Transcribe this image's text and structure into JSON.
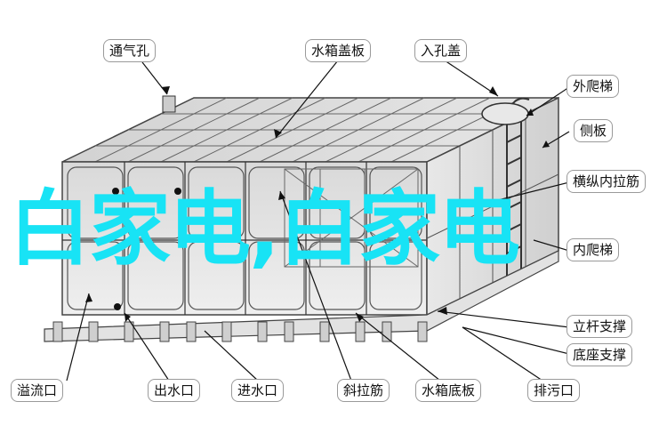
{
  "callouts": {
    "vent": "通气孔",
    "lid": "水箱盖板",
    "manhole": "入孔盖",
    "outer_ladder": "外爬梯",
    "side_panel": "侧板",
    "tie_rods": "横纵内拉筋",
    "inner_ladder": "内爬梯",
    "column_support": "立杆支撑",
    "base_support": "底座支撑",
    "overflow": "溢流口",
    "outlet": "出水口",
    "inlet": "进水口",
    "diagonal_rod": "斜拉筋",
    "bottom_plate": "水箱底板",
    "drain": "排污口"
  },
  "watermark": "白家电,白家电",
  "colors": {
    "watermark": "#18e3f5"
  }
}
